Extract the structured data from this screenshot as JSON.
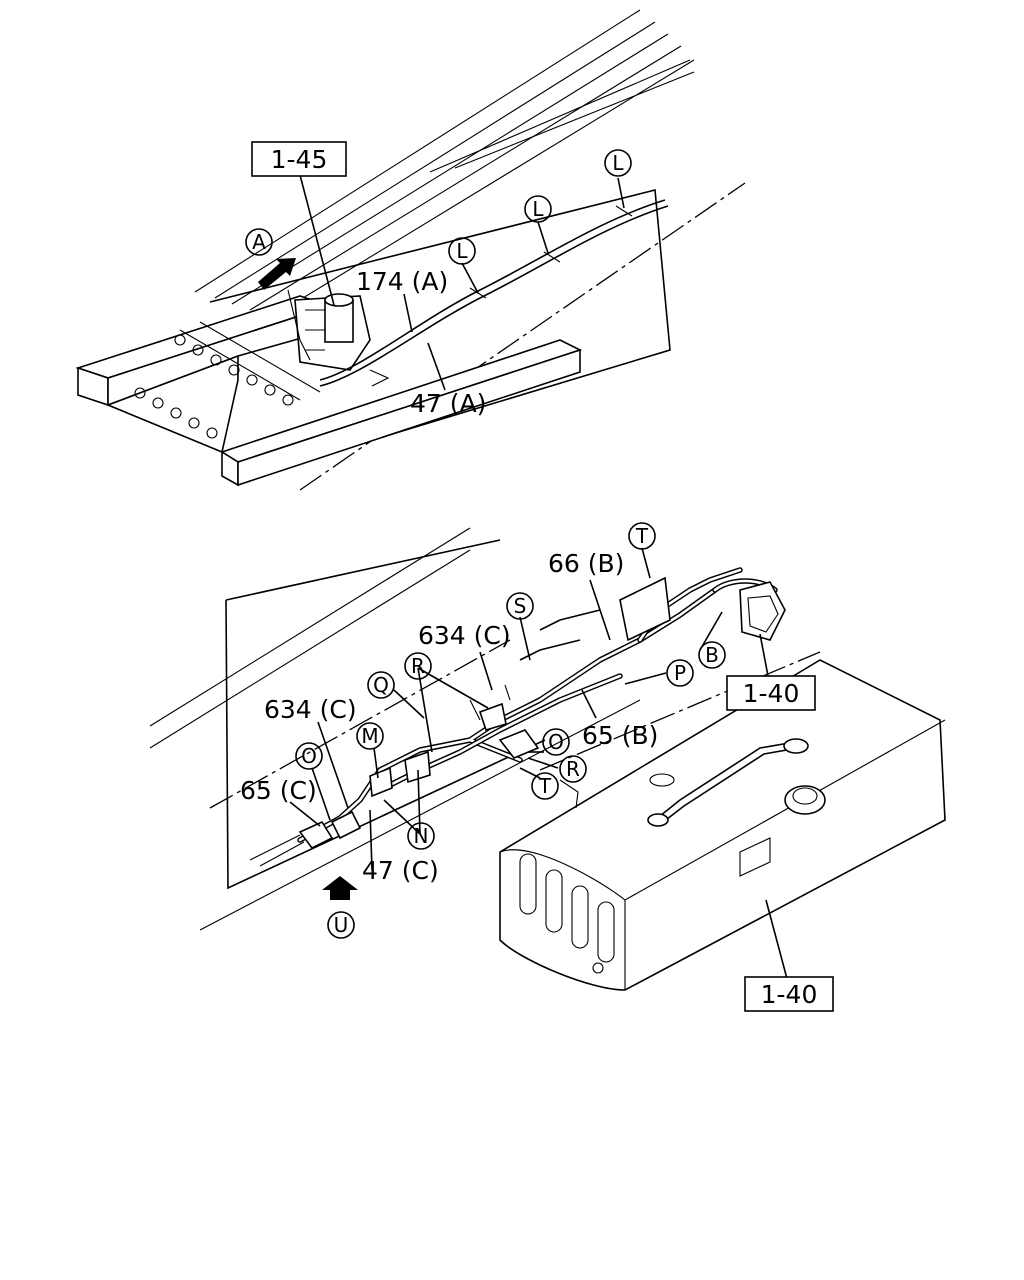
{
  "top_view": {
    "ref_box": "1-45",
    "parts": {
      "p174a": "174 (A)",
      "p47a": "47 (A)"
    },
    "markers": {
      "a": "A",
      "l1": "L",
      "l2": "L",
      "l3": "L"
    }
  },
  "bottom_view": {
    "ref_box_1": "1-40",
    "ref_box_2": "1-40",
    "parts": {
      "p66b": "66 (B)",
      "p634c_1": "634 (C)",
      "p634c_2": "634 (C)",
      "p65b": "65 (B)",
      "p65c": "65 (C)",
      "p47c": "47 (C)"
    },
    "markers": {
      "t1": "T",
      "t2": "T",
      "s": "S",
      "r1": "R",
      "r2": "R",
      "q": "Q",
      "p": "P",
      "m": "M",
      "o1": "O",
      "o2": "O",
      "n": "N",
      "b": "B",
      "u": "U"
    }
  },
  "colors": {
    "line": "#000000",
    "background": "#ffffff"
  }
}
